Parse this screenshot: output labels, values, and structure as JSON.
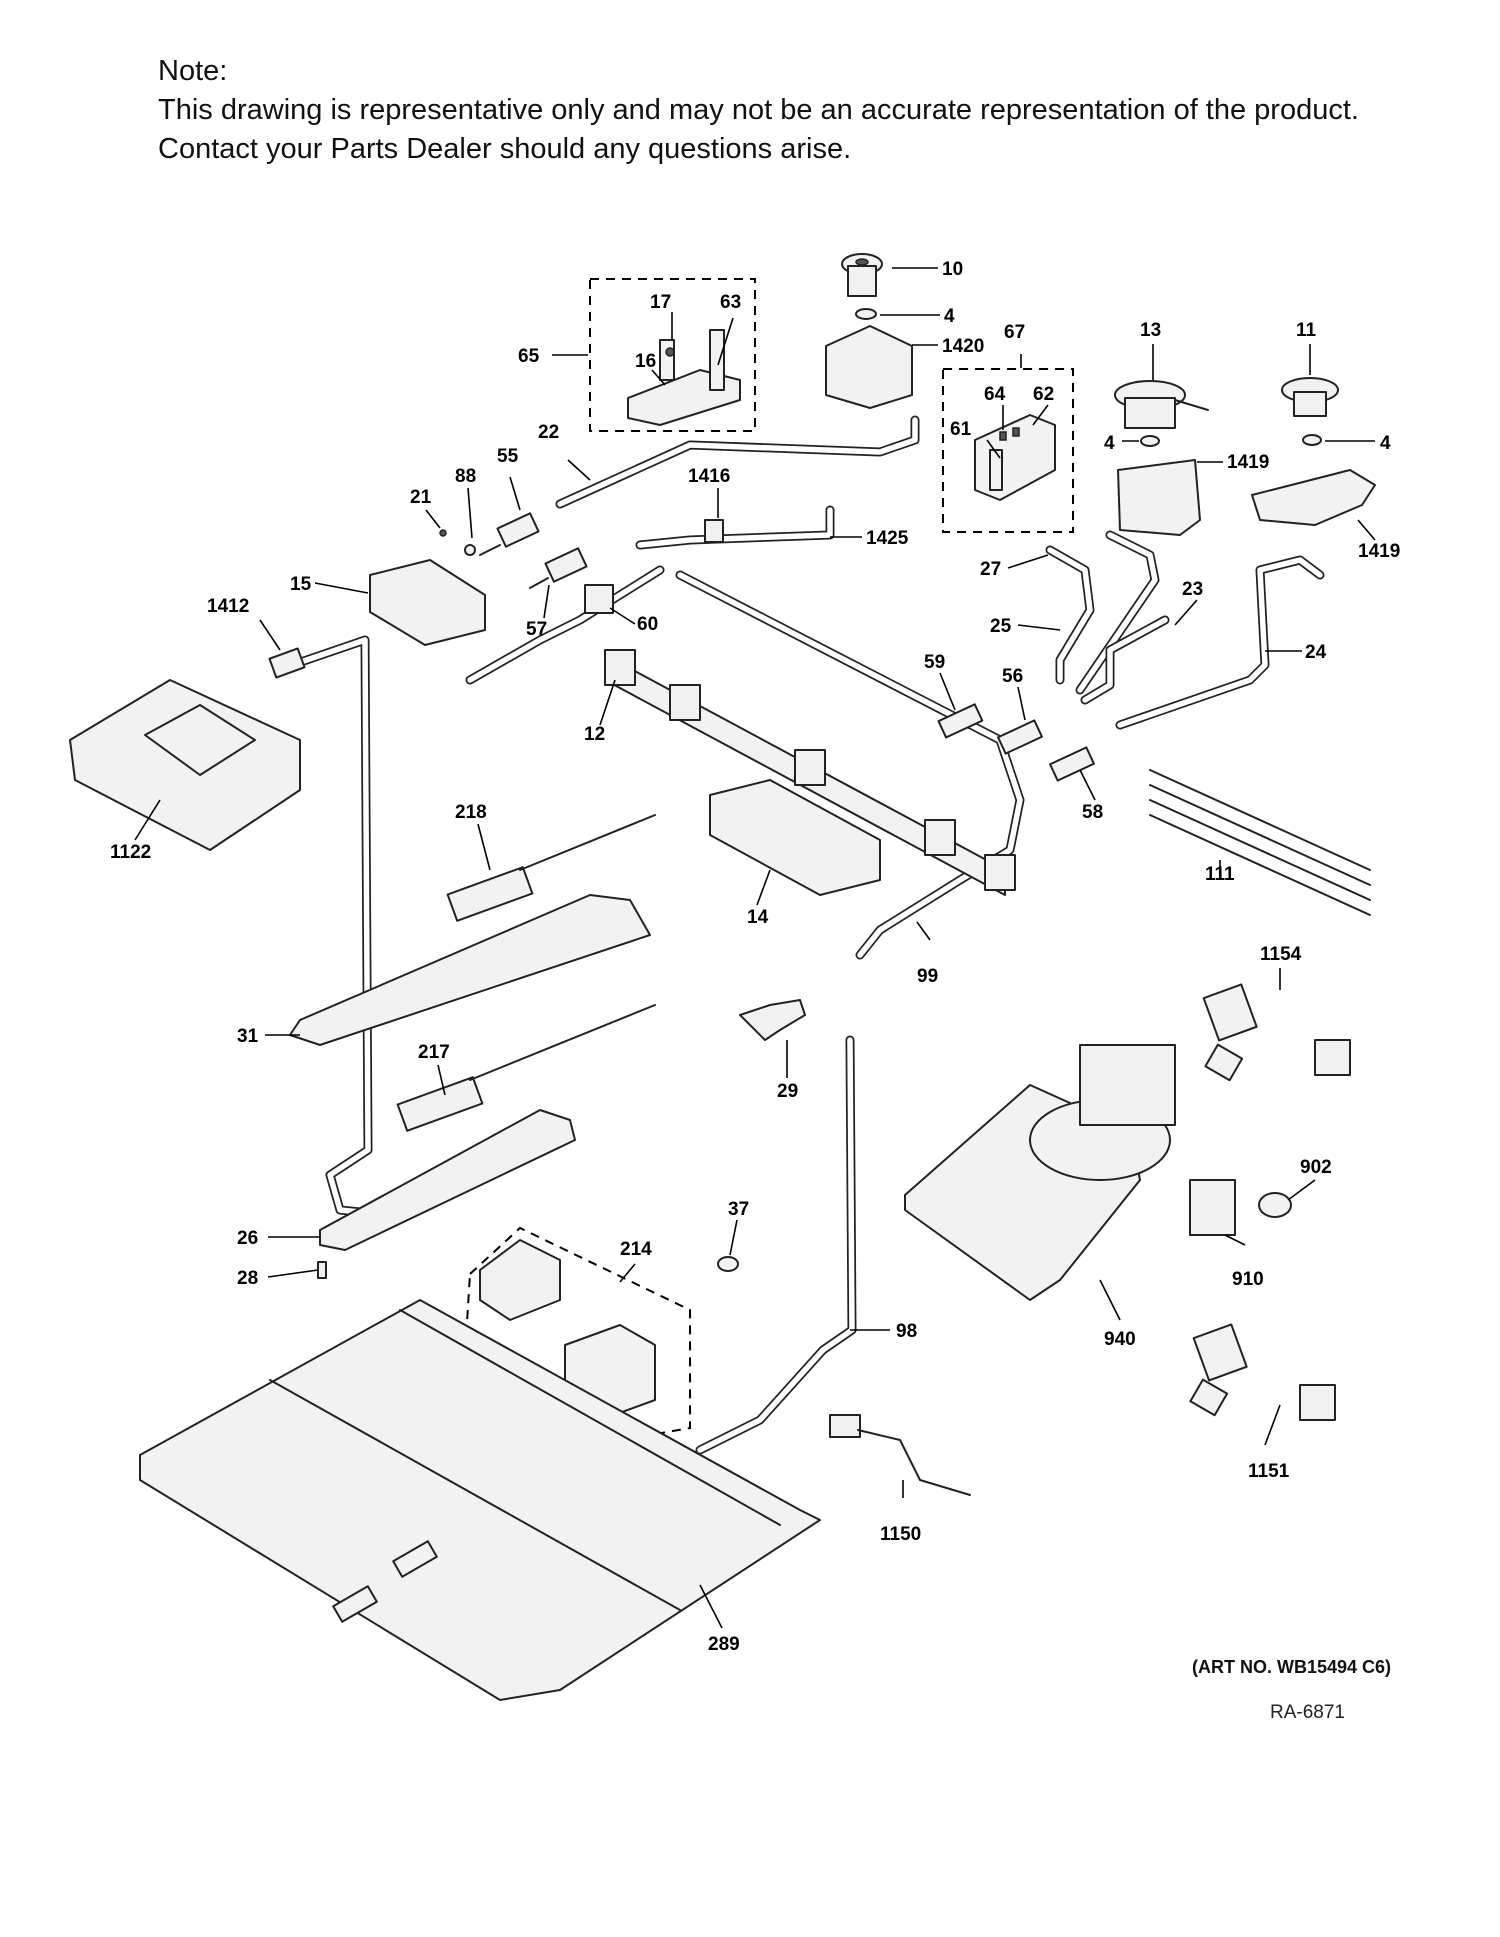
{
  "note": {
    "heading": "Note:",
    "line1": "This drawing is representative only and may not be an accurate representation of the product.",
    "line2": "Contact your Parts Dealer should any questions arise."
  },
  "art_number": "(ART NO. WB15494 C6)",
  "drawing_code": "RA-6871",
  "part_labels": [
    "10",
    "4",
    "1420",
    "17",
    "63",
    "65",
    "16",
    "67",
    "64",
    "62",
    "61",
    "13",
    "11",
    "4",
    "4",
    "1419",
    "1419",
    "22",
    "55",
    "88",
    "21",
    "1416",
    "1425",
    "57",
    "60",
    "27",
    "25",
    "23",
    "24",
    "15",
    "1412",
    "12",
    "59",
    "56",
    "58",
    "1122",
    "218",
    "14",
    "111",
    "99",
    "1154",
    "31",
    "29",
    "217",
    "902",
    "37",
    "26",
    "214",
    "910",
    "28",
    "940",
    "98",
    "1151",
    "1150",
    "289"
  ]
}
